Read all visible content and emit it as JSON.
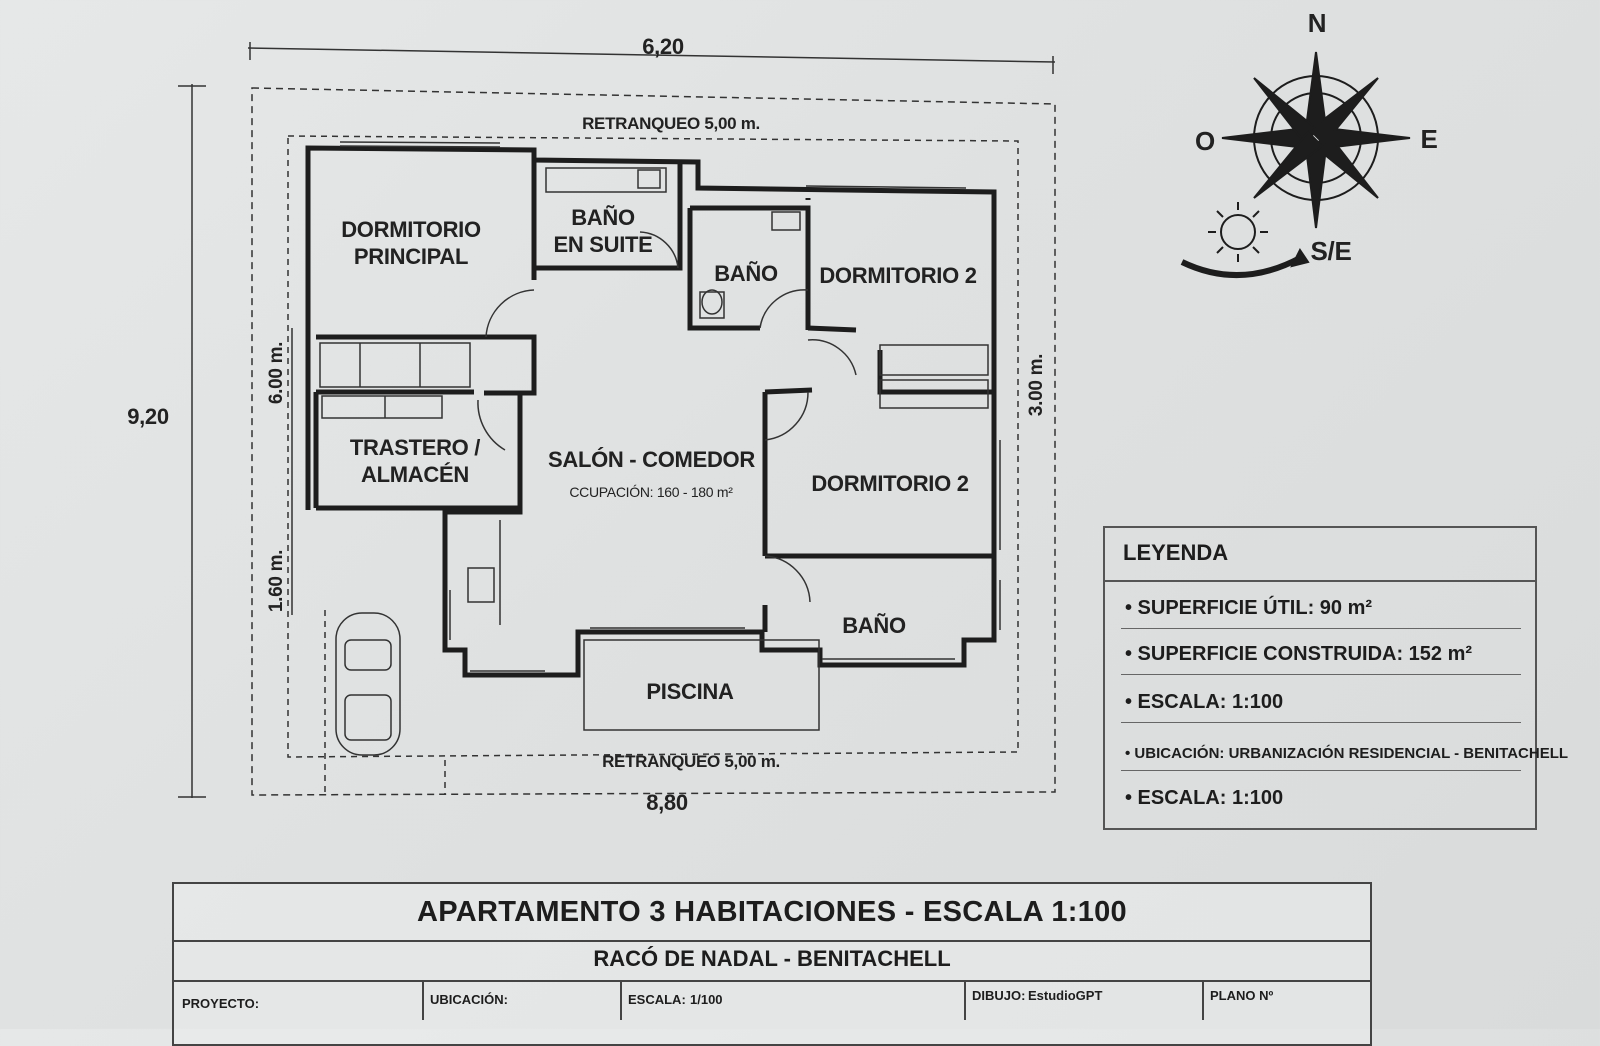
{
  "rooms": {
    "dormitorio_principal": [
      "DORMITORIO",
      "PRINCIPAL"
    ],
    "bano_suite": [
      "BAÑO",
      "EN SUITE"
    ],
    "bano_1": "BAÑO",
    "dormitorio_2a": "DORMITORIO 2",
    "trastero": [
      "TRASTERO /",
      "ALMACÉN"
    ],
    "salon": "SALÓN - COMEDOR",
    "ocupacion": "CCUPACIÓN: 160 - 180 m²",
    "dormitorio_2b": "DORMITORIO 2",
    "bano_2": "BAÑO",
    "piscina": "PISCINA"
  },
  "dimensions": {
    "top": "6,20",
    "bottom": "8,80",
    "left": "9,20",
    "left_upper": "6.00 m.",
    "left_lower": "1.60 m.",
    "right": "3.00 m.",
    "setback_top": "RETRANQUEO 5,00 m.",
    "setback_bottom": "RETRANQUEO 5,00 m."
  },
  "compass": {
    "n": "N",
    "o": "O",
    "e": "E",
    "se": "S/E"
  },
  "legend": {
    "title": "LEYENDA",
    "items": [
      "• SUPERFICIE ÚTIL: 90 m²",
      "• SUPERFICIE CONSTRUIDA: 152 m²",
      "• ESCALA: 1:100",
      "• UBICACIÓN: URBANIZACIÓN RESIDENCIAL - BENITACHELL",
      "• ESCALA: 1:100"
    ]
  },
  "title_block": {
    "title": "APARTAMENTO 3 HABITACIONES - ESCALA 1:100",
    "subtitle": "RACÓ DE NADAL - BENITACHELL",
    "proyecto": "PROYECTO:",
    "ubicacion": "UBICACIÓN:",
    "escala_label": "ESCALA:",
    "escala_value": "1/100",
    "dibujo_label": "DIBUJO:",
    "dibujo_value": "EstudioGPT",
    "plano": "PLANO Nº"
  },
  "colors": {
    "ink": "#1d1d1d",
    "paper": "#e2e4e4"
  }
}
